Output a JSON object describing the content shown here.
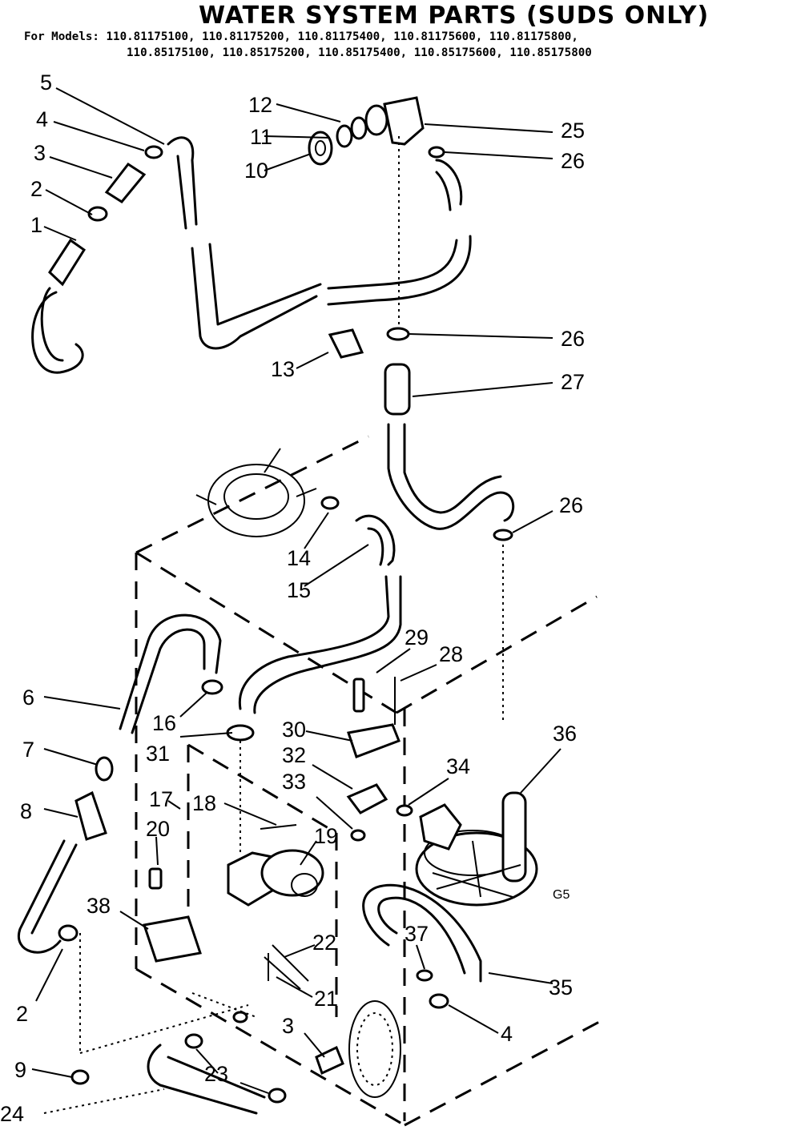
{
  "title": "WATER SYSTEM PARTS (SUDS ONLY)",
  "models": {
    "prefix": "For Models:",
    "line1": "110.81175100, 110.81175200, 110.81175400, 110.81175600, 110.81175800,",
    "line2": "110.85175100, 110.85175200, 110.85175400, 110.85175600, 110.85175800"
  },
  "diagram_code": "G5",
  "callouts": [
    "1",
    "2",
    "3",
    "4",
    "5",
    "6",
    "7",
    "8",
    "9",
    "10",
    "11",
    "12",
    "13",
    "14",
    "15",
    "16",
    "17",
    "18",
    "19",
    "20",
    "21",
    "22",
    "23",
    "24",
    "25",
    "26",
    "27",
    "28",
    "29",
    "30",
    "31",
    "32",
    "33",
    "34",
    "35",
    "36",
    "37",
    "38"
  ],
  "labels": {
    "l1": "1",
    "l2a": "2",
    "l2b": "2",
    "l3a": "3",
    "l3b": "3",
    "l4a": "4",
    "l4b": "4",
    "l5": "5",
    "l6": "6",
    "l7": "7",
    "l8": "8",
    "l9": "9",
    "l10": "10",
    "l11": "11",
    "l12": "12",
    "l13": "13",
    "l14": "14",
    "l15": "15",
    "l16": "16",
    "l17": "17",
    "l18": "18",
    "l19": "19",
    "l20": "20",
    "l21": "21",
    "l22": "22",
    "l23": "23",
    "l24": "24",
    "l25": "25",
    "l26a": "26",
    "l26b": "26",
    "l26c": "26",
    "l27": "27",
    "l28": "28",
    "l29": "29",
    "l30": "30",
    "l31": "31",
    "l32": "32",
    "l33": "33",
    "l34": "34",
    "l35": "35",
    "l36": "36",
    "l37": "37",
    "l38": "38"
  }
}
